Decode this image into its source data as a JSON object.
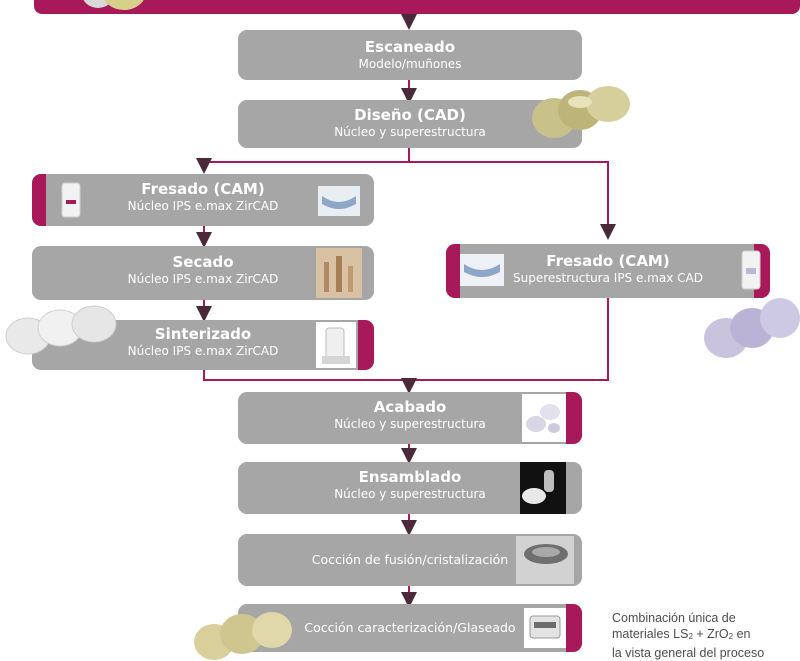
{
  "header": {
    "caption": ""
  },
  "steps": [
    {
      "id": "scan",
      "title": "Escaneado",
      "sub": "Modelo/muñones"
    },
    {
      "id": "design",
      "title": "Diseño (CAD)",
      "sub": "Núcleo y superestructura"
    },
    {
      "id": "mill_core",
      "title": "Fresado (CAM)",
      "sub": "Núcleo IPS e.max ZirCAD"
    },
    {
      "id": "dry",
      "title": "Secado",
      "sub": "Núcleo IPS e.max ZirCAD"
    },
    {
      "id": "sinter",
      "title": "Sinterizado",
      "sub": "Núcleo IPS e.max ZirCAD"
    },
    {
      "id": "mill_super",
      "title": "Fresado (CAM)",
      "sub": "Superestructura IPS e.max CAD"
    },
    {
      "id": "finish",
      "title": "Acabado",
      "sub": "Núcleo y superestructura"
    },
    {
      "id": "assemble",
      "title": "Ensamblado",
      "sub": "Núcleo y superestructura"
    },
    {
      "id": "fusion",
      "title": "",
      "sub": "Cocción de fusión/cristalización"
    },
    {
      "id": "glaze",
      "title": "",
      "sub": "Cocción caracterización/Glaseado"
    }
  ],
  "side_note": {
    "line1": "Combinación única de",
    "line2_prefix": "materiales LS",
    "line2_sub1": "2",
    "line2_mid": " + ZrO",
    "line2_sub2": "2",
    "line2_suffix": " en",
    "line3": "la vista general del proceso"
  },
  "colors": {
    "accent": "#a8195a",
    "box": "#a6a6a6",
    "text": "#ffffff",
    "note": "#4d4d4d"
  },
  "icons": {
    "design": "crown-bridge-cad-icon",
    "mill_core": "milling-unit-icon",
    "mill_core_block": "zircad-block-icon",
    "dry": "drying-rack-icon",
    "sinter": "sintering-furnace-icon",
    "mill_super": "emax-cad-block-icon",
    "mill_super_unit": "milling-unit-icon",
    "finish": "finishing-tool-icon",
    "assemble": "assembly-photo-icon",
    "fusion": "furnace-firing-icon",
    "glaze": "glazing-furnace-icon",
    "top_left": "crown-top-icon",
    "sinter_bridge": "zirconia-bridge-icon",
    "super_bridge": "lithium-disilicate-bridge-icon",
    "final_bridge": "final-bridge-icon"
  }
}
